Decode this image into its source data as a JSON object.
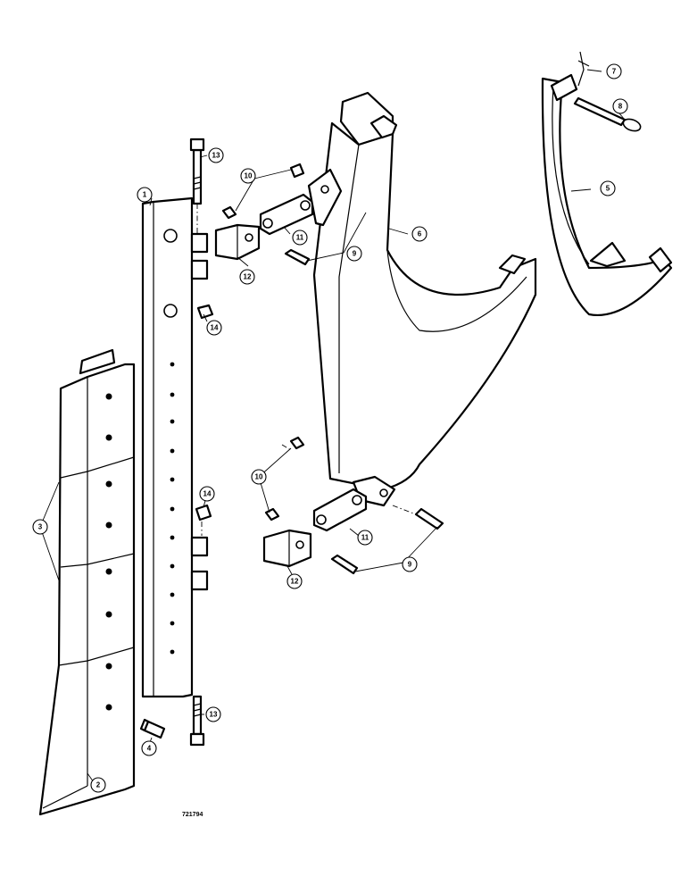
{
  "diagram": {
    "drawing_number": "721794",
    "callouts": {
      "c1": "1",
      "c2": "2",
      "c3": "3",
      "c4": "4",
      "c5": "5",
      "c6": "6",
      "c7": "7",
      "c8": "8",
      "c9a": "9",
      "c9b": "9",
      "c10a": "10",
      "c10b": "10",
      "c11a": "11",
      "c11b": "11",
      "c12a": "12",
      "c12b": "12",
      "c13a": "13",
      "c13b": "13",
      "c14a": "14",
      "c14b": "14"
    }
  }
}
